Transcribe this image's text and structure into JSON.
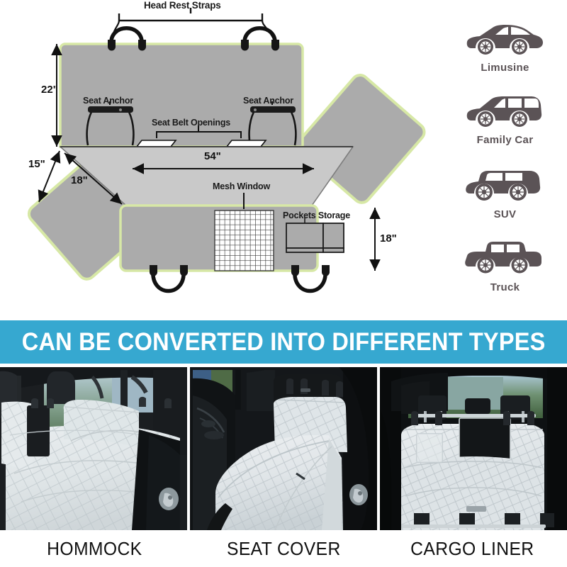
{
  "diagram": {
    "labels": {
      "head_rest_straps": "Head Rest Straps",
      "seat_anchor_left": "Seat Anchor",
      "seat_anchor_right": "Seat Anchor",
      "seat_belt_openings": "Seat Belt Openings",
      "mesh_window": "Mesh Window",
      "pockets_storage": "Pockets Storage"
    },
    "dimensions": {
      "height_back": "22\"",
      "side_flap": "15\"",
      "seat_depth": "18\"",
      "width": "54\"",
      "height_front": "18\""
    },
    "colors": {
      "panel_gray": "#ACACAC",
      "seat_gray": "#C8C8C8",
      "edge_green": "#D7E8A6",
      "strap_black": "#121212"
    }
  },
  "vehicles": {
    "items": [
      {
        "label": "Limusine",
        "icon": "sedan-icon"
      },
      {
        "label": "Family Car",
        "icon": "wagon-icon"
      },
      {
        "label": "SUV",
        "icon": "suv-icon"
      },
      {
        "label": "Truck",
        "icon": "pickup-truck-icon"
      }
    ],
    "color": "#5B5356"
  },
  "banner": {
    "text": "CAN BE CONVERTED INTO DIFFERENT TYPES",
    "background": "#36A8D0",
    "text_color": "#FFFFFF"
  },
  "photos": [
    {
      "caption": "HOMMOCK",
      "alt": "hammock-style-rear-seat-cover-photo"
    },
    {
      "caption": "SEAT COVER",
      "alt": "bench-seat-cover-photo"
    },
    {
      "caption": "CARGO LINER",
      "alt": "suv-cargo-liner-photo"
    }
  ]
}
